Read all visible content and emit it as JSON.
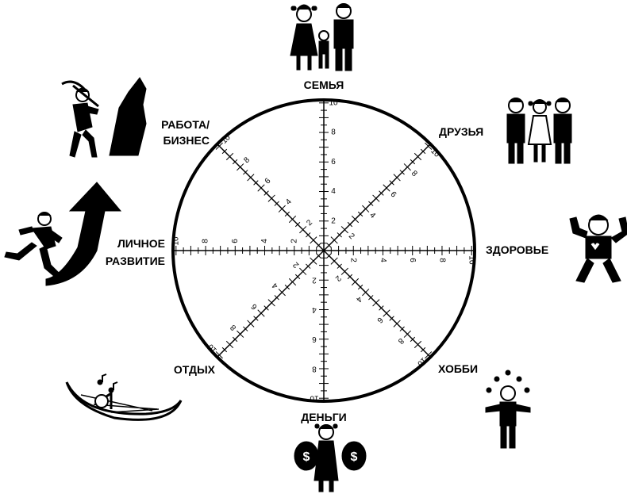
{
  "wheel": {
    "max": 10,
    "tick_labels": [
      "2",
      "4",
      "6",
      "8",
      "10"
    ],
    "spokes": [
      {
        "key": "family",
        "label_lines": [
          "СЕМЬЯ"
        ],
        "icon": "family-icon"
      },
      {
        "key": "friends",
        "label_lines": [
          "ДРУЗЬЯ"
        ],
        "icon": "friends-icon"
      },
      {
        "key": "health",
        "label_lines": [
          "ЗДОРОВЬЕ"
        ],
        "icon": "strongman-icon"
      },
      {
        "key": "hobby",
        "label_lines": [
          "ХОББИ"
        ],
        "icon": "juggler-icon"
      },
      {
        "key": "money",
        "label_lines": [
          "ДЕНЬГИ"
        ],
        "icon": "money-bags-icon"
      },
      {
        "key": "rest",
        "label_lines": [
          "ОТДЫХ"
        ],
        "icon": "hammock-icon"
      },
      {
        "key": "personal-growth",
        "label_lines": [
          "ЛИЧНОЕ",
          "РАЗВИТИЕ"
        ],
        "icon": "running-up-arrow-icon"
      },
      {
        "key": "work",
        "label_lines": [
          "РАБОТА/",
          "БИЗНЕС"
        ],
        "icon": "miner-pickaxe-icon"
      }
    ]
  }
}
